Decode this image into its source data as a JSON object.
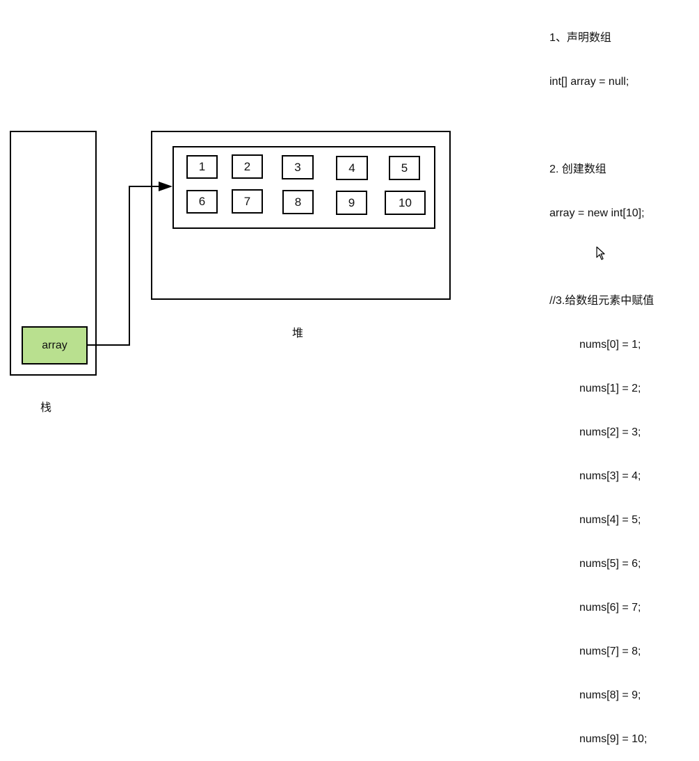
{
  "stack": {
    "label": "栈",
    "variable_name": "array"
  },
  "heap": {
    "label": "堆",
    "elements": [
      "1",
      "2",
      "3",
      "4",
      "5",
      "6",
      "7",
      "8",
      "9",
      "10"
    ]
  },
  "code": {
    "step1_title": "1、声明数组",
    "step1_code": "int[] array = null;",
    "step2_title": "2. 创建数组",
    "step2_code": "array = new int[10];",
    "step3_title": "//3.给数组元素中赋值",
    "assignments": [
      "nums[0] = 1;",
      "nums[1] = 2;",
      "nums[2] = 3;",
      "nums[3] = 4;",
      "nums[4] = 5;",
      "nums[5] = 6;",
      "nums[6] = 7;",
      "nums[7] = 8;",
      "nums[8] = 9;",
      "nums[9] = 10;"
    ]
  }
}
